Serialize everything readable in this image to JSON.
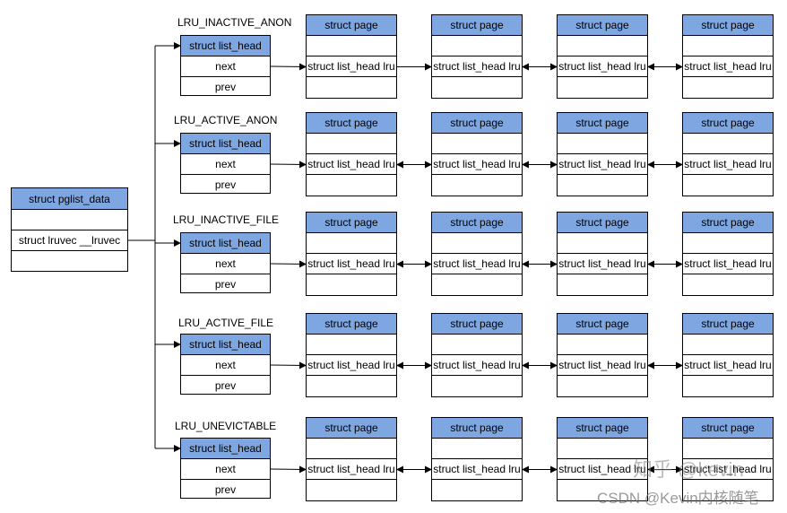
{
  "pglist": {
    "title": "struct pglist_data",
    "field": "struct lruvec __lruvec"
  },
  "list_head_box": {
    "title": "struct list_head",
    "next": "next",
    "prev": "prev"
  },
  "page_box": {
    "title": "struct page",
    "lru": "struct list_head lru"
  },
  "lru_lists": [
    {
      "name": "LRU_INACTIVE_ANON"
    },
    {
      "name": "LRU_ACTIVE_ANON"
    },
    {
      "name": "LRU_INACTIVE_FILE"
    },
    {
      "name": "LRU_ACTIVE_FILE"
    },
    {
      "name": "LRU_UNEVICTABLE"
    }
  ],
  "watermarks": {
    "zhihu": "知乎 @kevin",
    "csdn": "CSDN @Kevin内核随笔"
  }
}
